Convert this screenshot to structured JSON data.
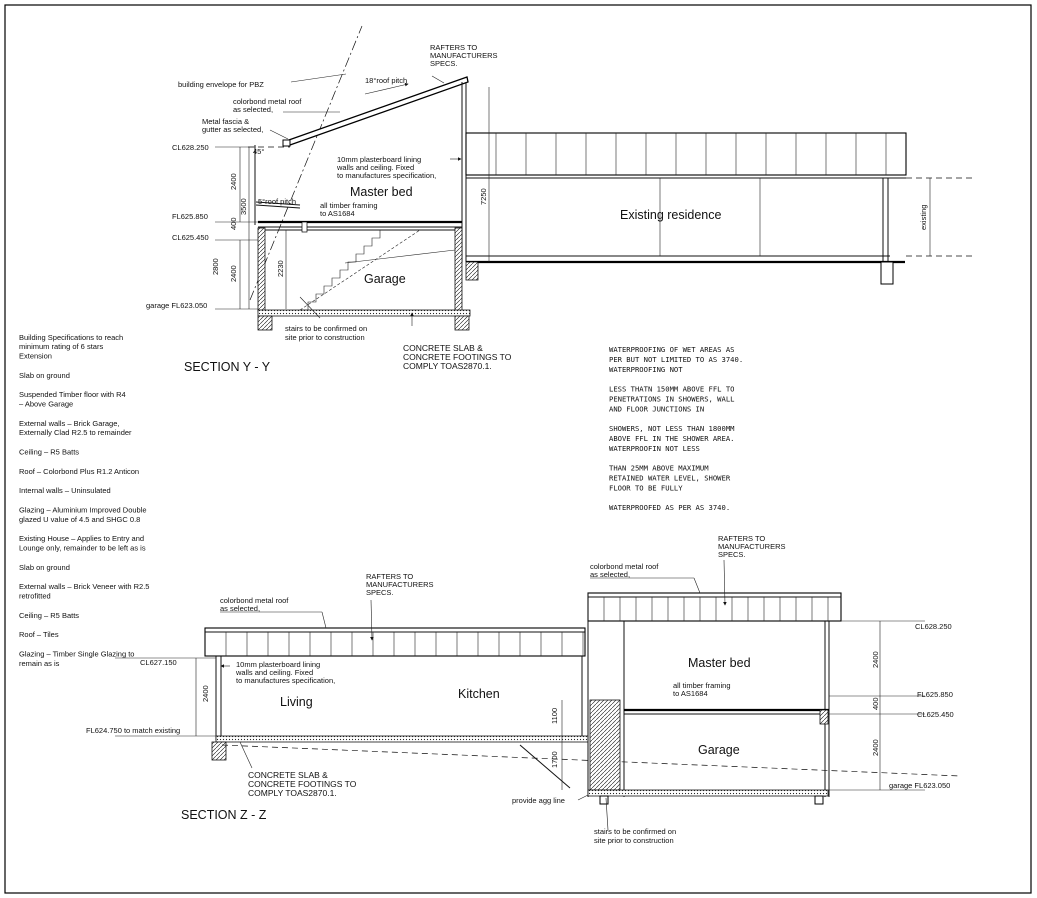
{
  "section_yy": {
    "title": "SECTION Y - Y",
    "labels": {
      "rafters": [
        "RAFTERS TO",
        "MANUFACTURERS",
        "SPECS."
      ],
      "envelope": "building envelope for PBZ",
      "roof_pitch": "18°roof pitch",
      "colorbond": [
        "colorbond metal roof",
        "as selected,"
      ],
      "fascia": [
        "Metal fascia &",
        "gutter as selected,"
      ],
      "plasterboard": [
        "10mm plasterboard lining",
        "walls and ceiling.  Fixed",
        "to manufactures specification,"
      ],
      "master_bed": "Master bed",
      "roof_pitch_5": "5°roof pitch",
      "timber": [
        "all timber framing",
        "to AS1684"
      ],
      "garage": "Garage",
      "existing_residence": "Existing residence",
      "existing": "existing",
      "stairs": [
        "stairs to be confirmed on",
        "site prior to construction"
      ],
      "concrete": [
        "CONCRETE SLAB &",
        "CONCRETE FOOTINGS TO",
        "COMPLY TOAS2870.1."
      ],
      "angle": "45°"
    },
    "levels": [
      "CL628.250",
      "FL625.850",
      "CL625.450",
      "garage FL623.050"
    ],
    "dims": [
      "2400",
      "3500",
      "400",
      "2800",
      "2400",
      "2230",
      "7250"
    ]
  },
  "section_zz": {
    "title": "SECTION Z - Z",
    "labels": {
      "rafters_left": [
        "RAFTERS TO",
        "MANUFACTURERS",
        "SPECS."
      ],
      "rafters_right": [
        "RAFTERS TO",
        "MANUFACTURERS",
        "SPECS."
      ],
      "colorbond_left": [
        "colorbond metal roof",
        "as selected,"
      ],
      "colorbond_right": [
        "colorbond metal roof",
        "as selected,"
      ],
      "plasterboard": [
        "10mm plasterboard lining",
        "walls and ceiling.  Fixed",
        "to manufactures specification,"
      ],
      "living": "Living",
      "kitchen": "Kitchen",
      "master_bed": "Master bed",
      "timber": [
        "all timber framing",
        "to AS1684"
      ],
      "garage": "Garage",
      "concrete": [
        "CONCRETE SLAB &",
        "CONCRETE FOOTINGS TO",
        "COMPLY TOAS2870.1."
      ],
      "agg_line": "provide agg line",
      "stairs": [
        "stairs to be confirmed on",
        "site prior to construction"
      ]
    },
    "levels": [
      "CL627.150",
      "FL624.750 to match existing",
      "CL628.250",
      "FL625.850",
      "CL625.450",
      "garage FL623.050"
    ],
    "dims": [
      "2400",
      "1100",
      "1700",
      "2400",
      "400",
      "2400"
    ]
  },
  "specifications": [
    [
      "Building Specifications to reach",
      "minimum rating of 6 stars",
      "Extension"
    ],
    [
      "Slab on ground"
    ],
    [
      "Suspended Timber floor with R4",
      "– Above Garage"
    ],
    [
      "External walls – Brick Garage,",
      "Externally Clad R2.5 to remainder"
    ],
    [
      "Ceiling – R5 Batts"
    ],
    [
      "Roof – Colorbond Plus R1.2 Anticon"
    ],
    [
      "Internal walls – Uninsulated"
    ],
    [
      "Glazing – Aluminium Improved Double",
      "glazed U value of 4.5  and SHGC 0.8"
    ],
    [
      "Existing House – Applies to Entry and",
      "Lounge only, remainder to be left as is"
    ],
    [
      "Slab on ground"
    ],
    [
      "External walls – Brick Veneer with R2.5",
      "retrofitted"
    ],
    [
      "Ceiling – R5 Batts"
    ],
    [
      "Roof – Tiles"
    ],
    [
      "Glazing – Timber Single Glazing to",
      "remain as is"
    ]
  ],
  "waterproofing": [
    [
      "WATERPROOFING OF WET AREAS AS",
      "PER BUT NOT LIMITED TO AS 3740.",
      "WATERPROOFING NOT"
    ],
    [
      "LESS THATN 150MM ABOVE FFL TO",
      "PENETRATIONS IN SHOWERS, WALL",
      "AND FLOOR JUNCTIONS IN"
    ],
    [
      "SHOWERS, NOT LESS THAN 1800MM",
      "ABOVE FFL IN THE SHOWER AREA.",
      "WATERPROOFIN NOT LESS"
    ],
    [
      "THAN 25MM ABOVE MAXIMUM",
      "RETAINED WATER LEVEL, SHOWER",
      "FLOOR TO BE FULLY"
    ],
    [
      "WATERPROOFED AS PER AS 3740."
    ]
  ]
}
